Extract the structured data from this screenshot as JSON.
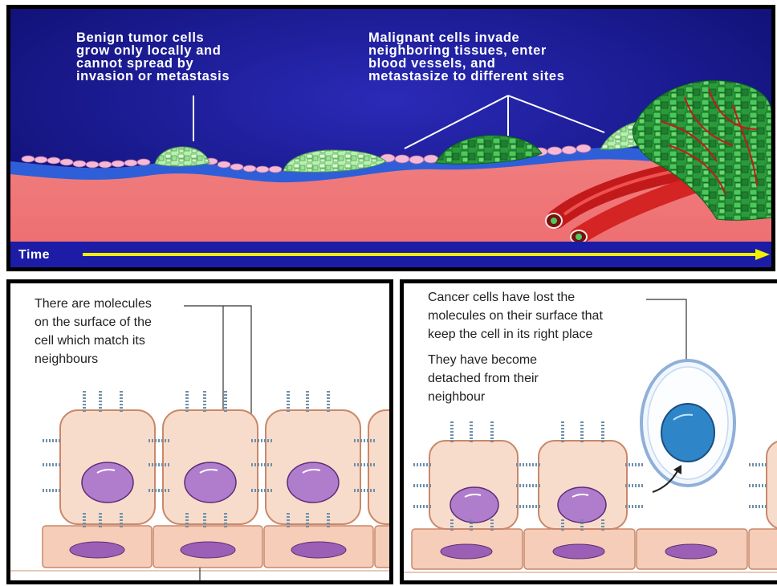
{
  "top_panel": {
    "benign_caption": "Benign tumor cells\ngrow only locally and\ncannot spread by\ninvasion or metastasis",
    "malignant_caption": "Malignant cells invade\nneighboring tissues, enter\nblood vessels, and\nmetastasize to different sites",
    "time_label": "Time"
  },
  "bottom_left_panel": {
    "caption": "There are molecules\non the surface of the\ncell which match its\nneighbours"
  },
  "bottom_right_panel": {
    "caption_lost": "Cancer cells have lost the\nmolecules on their surface that\nkeep the cell in its right place",
    "caption_detached": "They have become\ndetached from their\nneighbour"
  },
  "colors": {
    "background_blue": "#1a1a9c",
    "tissue_red": "#f07a7a",
    "membrane_blue": "#2f5fd8",
    "time_arrow": "#f5f000",
    "cell_fill": "#f8dccb",
    "nucleus_purple": "#b07ccc",
    "detached_nucleus": "#2e86c8"
  }
}
